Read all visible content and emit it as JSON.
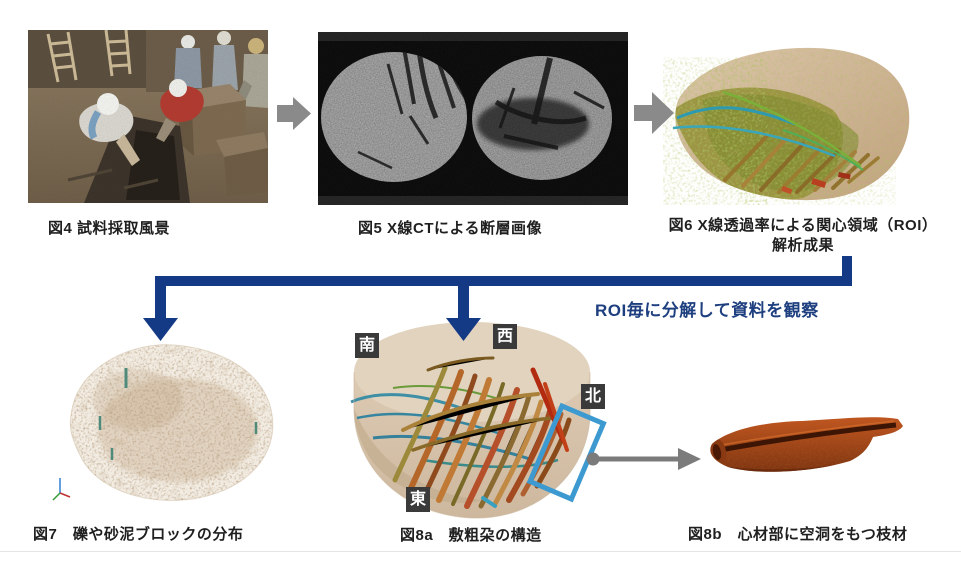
{
  "page": {
    "background": "#ffffff",
    "bottom_divider_color": "#e5e5e5"
  },
  "colors": {
    "navy_arrow": "#153a85",
    "roi_note_text": "#1e3f7f",
    "gray_flow_arrow": "#8a8a8a",
    "link_gray": "#7b7b7b",
    "roi_box_blue": "#3d9ad1",
    "direction_label_bg": "#3a3a3a",
    "direction_label_text": "#ffffff",
    "caption_text": "#1f1f1f"
  },
  "figures": {
    "fig4": {
      "caption": "図4 試料採取風景",
      "content": "excavation-photo"
    },
    "fig5": {
      "caption": "図5 X線CTによる断層画像",
      "content": "xray-ct-slices"
    },
    "fig6": {
      "caption_line1": "図6 X線透過率による関心領域（ROI）",
      "caption_line2": "解析成果",
      "content": "roi-3d-render"
    },
    "fig7": {
      "caption": "図7　礫や砂泥ブロックの分布",
      "content": "gravel-sand-block-render"
    },
    "fig8a": {
      "caption": "図8a　敷粗朶の構造",
      "content": "brushwood-structure-render",
      "direction_labels": {
        "south": "南",
        "west": "西",
        "north": "北",
        "east": "東"
      }
    },
    "fig8b": {
      "caption": "図8b　心材部に空洞をもつ枝材",
      "content": "hollow-branch-render"
    }
  },
  "annotations": {
    "roi_note": "ROI毎に分解して資料を観察"
  },
  "icons": {
    "flow_arrow": "right-block-arrow",
    "branch_arrow": "down-arrow",
    "roi_link": "dot-line-right-arrow"
  }
}
